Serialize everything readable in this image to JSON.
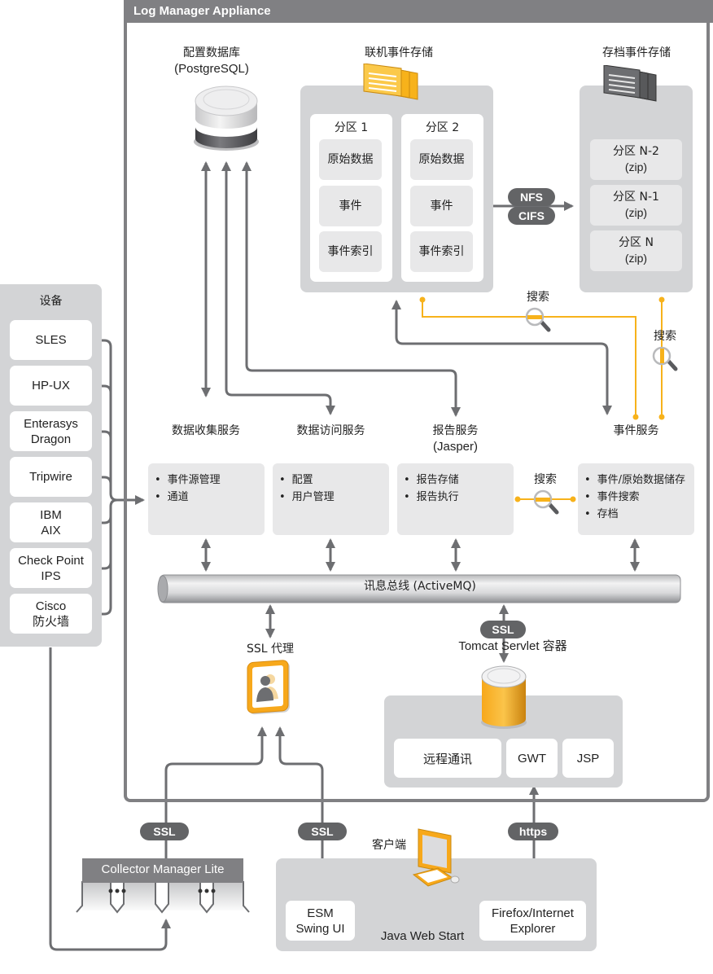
{
  "appliance": {
    "title": "Log Manager Appliance"
  },
  "config_db": {
    "title": "配置数据库",
    "subtitle": "(PostgreSQL)"
  },
  "online_storage": {
    "title": "联机事件存储",
    "partitions": [
      {
        "name": "分区 1",
        "items": [
          "原始数据",
          "事件",
          "事件索引"
        ]
      },
      {
        "name": "分区 2",
        "items": [
          "原始数据",
          "事件",
          "事件索引"
        ]
      }
    ]
  },
  "transfer": {
    "protocols": [
      "NFS",
      "CIFS"
    ]
  },
  "archive_storage": {
    "title": "存档事件存储",
    "partitions": [
      {
        "name": "分区 N-2",
        "format": "(zip)"
      },
      {
        "name": "分区 N-1",
        "format": "(zip)"
      },
      {
        "name": "分区 N",
        "format": "(zip)"
      }
    ]
  },
  "search_labels": {
    "online": "搜索",
    "archive": "搜索",
    "report": "搜索"
  },
  "devices": {
    "title": "设备",
    "items": [
      {
        "label": "SLES"
      },
      {
        "label": "HP-UX"
      },
      {
        "label": "Enterasys\nDragon"
      },
      {
        "label": "Tripwire"
      },
      {
        "label": "IBM\nAIX"
      },
      {
        "label": "Check Point\nIPS"
      },
      {
        "label": "Cisco\n防火墙"
      }
    ]
  },
  "services": [
    {
      "title": "数据收集服务",
      "subtitle": "",
      "items": [
        "事件源管理",
        "通道"
      ]
    },
    {
      "title": "数据访问服务",
      "subtitle": "",
      "items": [
        "配置",
        "用户管理"
      ]
    },
    {
      "title": "报告服务",
      "subtitle": "(Jasper)",
      "items": [
        "报告存储",
        "报告执行"
      ]
    },
    {
      "title": "事件服务",
      "subtitle": "",
      "items": [
        "事件/原始数据储存",
        "事件搜索",
        "存档"
      ]
    }
  ],
  "message_bus": {
    "label": "讯息总线 (ActiveMQ)"
  },
  "ssl_proxy": {
    "label": "SSL 代理"
  },
  "tomcat": {
    "ssl_badge": "SSL",
    "label": "Tomcat Servlet 容器",
    "modules": [
      "远程通讯",
      "GWT",
      "JSP"
    ]
  },
  "badges": {
    "ssl_left": "SSL",
    "ssl_mid": "SSL",
    "https": "https"
  },
  "collector": {
    "label": "Collector Manager Lite"
  },
  "client": {
    "title": "客户端",
    "esm": "ESM\nSwing UI",
    "browser": "Firefox/Internet\nExplorer",
    "jws": "Java Web Start"
  },
  "colors": {
    "frame": "#808083",
    "panel": "#d3d4d6",
    "cell": "#e8e8e9",
    "line": "#6d6e71",
    "search": "#f7b21b",
    "pill": "#636466"
  }
}
